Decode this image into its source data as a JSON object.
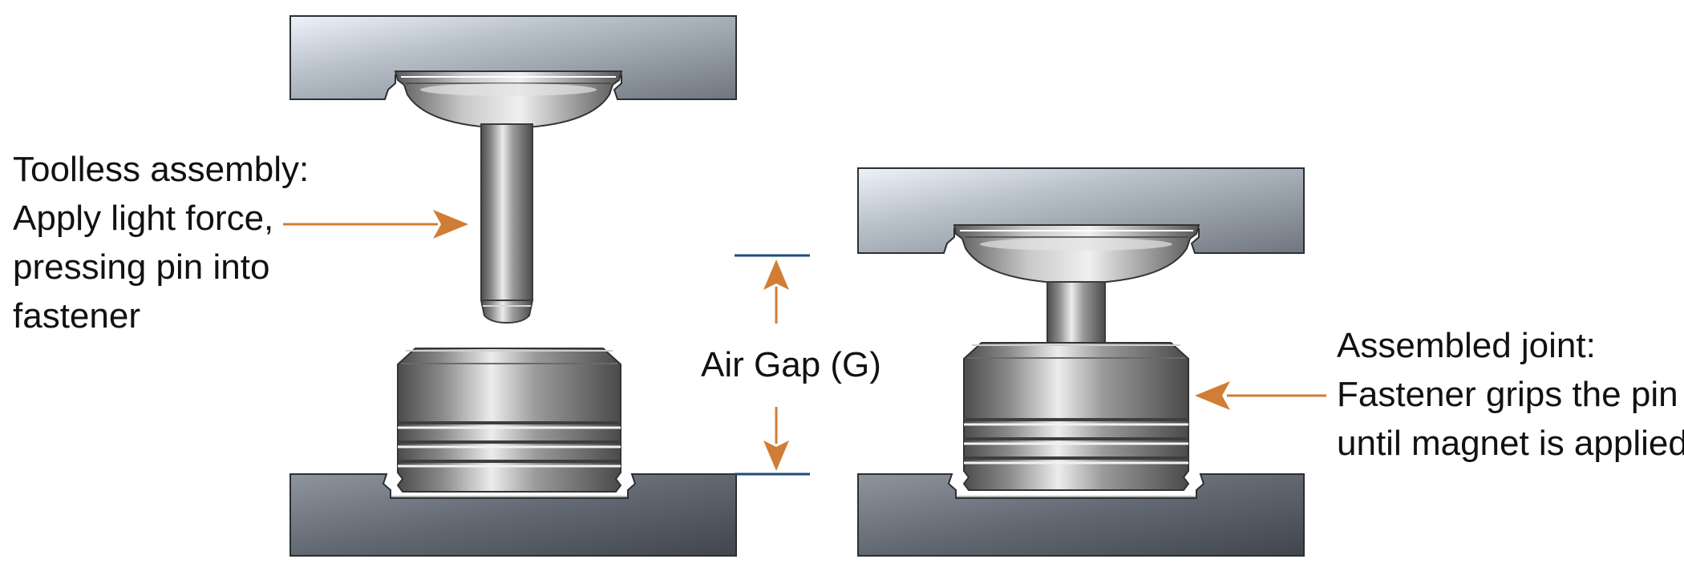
{
  "diagram": {
    "left_label": [
      "Toolless assembly:",
      "Apply light force,",
      "pressing pin into",
      "fastener"
    ],
    "gap_label": "Air Gap (G)",
    "right_label": [
      "Assembled joint:",
      "Fastener grips the pin",
      "until magnet is applied"
    ]
  },
  "colors": {
    "arrow": "#d07d35",
    "gap_line": "#1d4a7a",
    "panel_light": "#e8eef6",
    "panel_dark": "#6f7680",
    "base_dark": "#5a6069",
    "metal_light": "#e6e6e6",
    "metal_dark": "#555555"
  }
}
